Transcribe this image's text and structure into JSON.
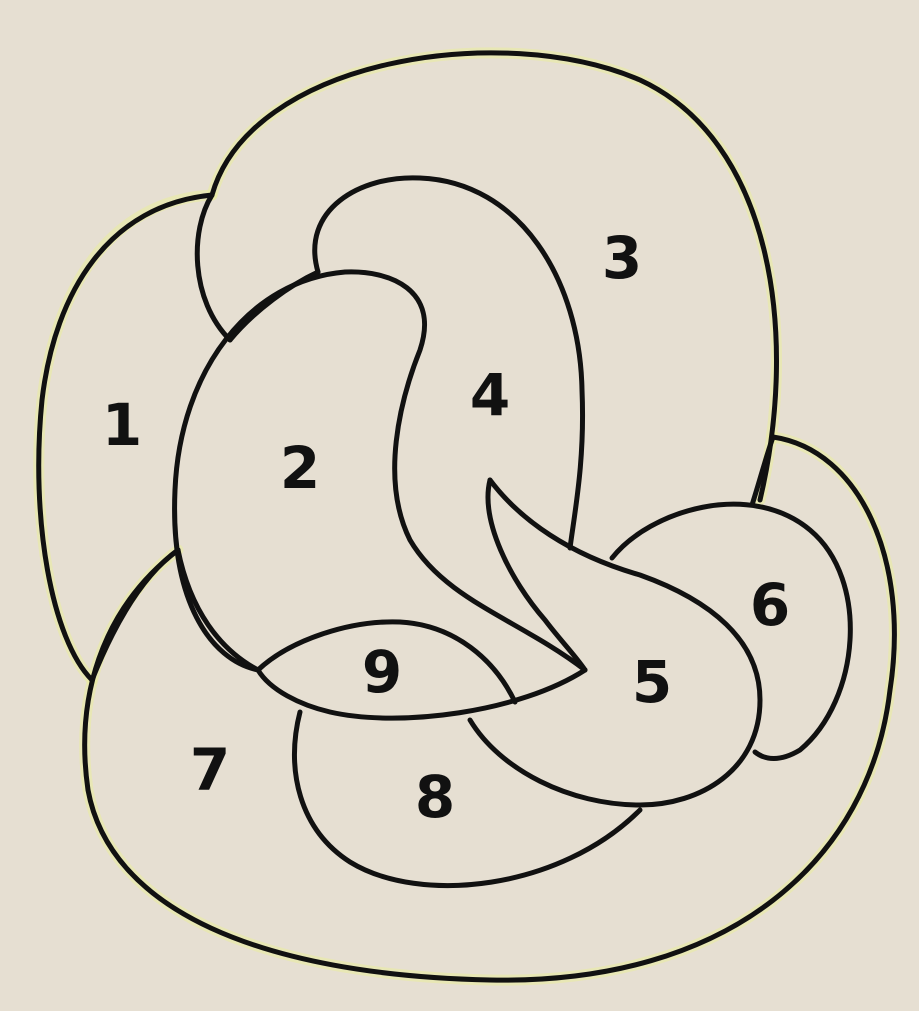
{
  "diagram": {
    "regions": [
      {
        "id": "region-1",
        "label": "1"
      },
      {
        "id": "region-2",
        "label": "2"
      },
      {
        "id": "region-3",
        "label": "3"
      },
      {
        "id": "region-4",
        "label": "4"
      },
      {
        "id": "region-5",
        "label": "5"
      },
      {
        "id": "region-6",
        "label": "6"
      },
      {
        "id": "region-7",
        "label": "7"
      },
      {
        "id": "region-8",
        "label": "8"
      },
      {
        "id": "region-9",
        "label": "9"
      }
    ],
    "colors": {
      "background": "#e6dfd2",
      "line": "#111111",
      "line_glow": "#e9ec9c"
    }
  }
}
